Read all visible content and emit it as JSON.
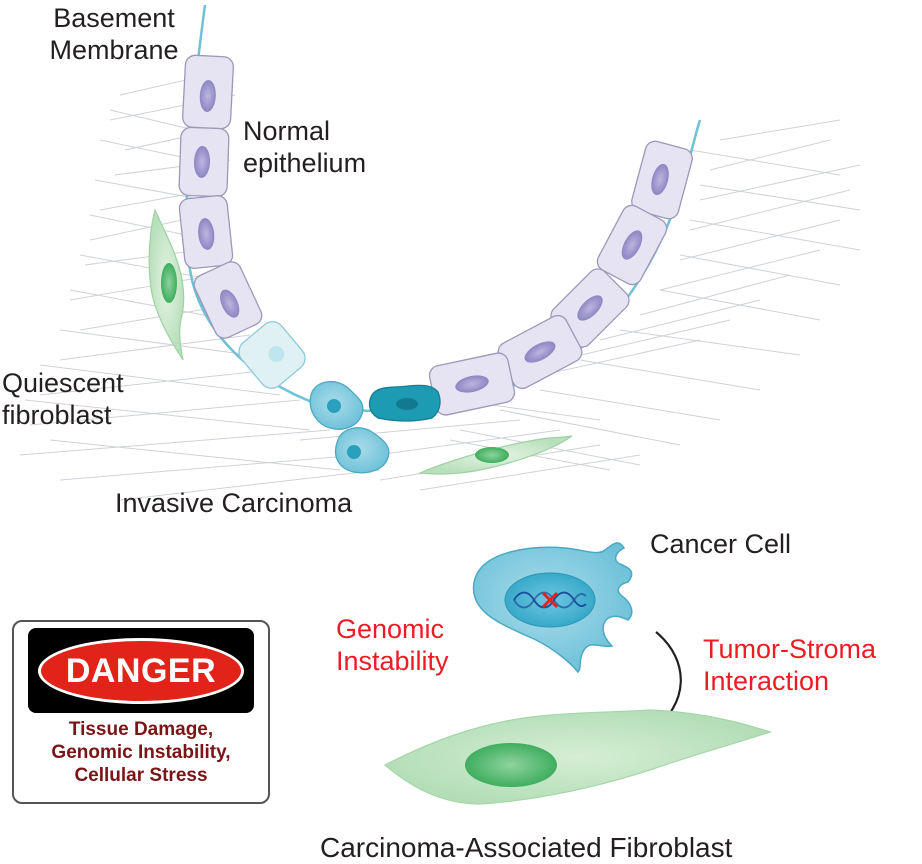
{
  "labels": {
    "basement_membrane_1": "Basement",
    "basement_membrane_2": "Membrane",
    "normal_epithelium_1": "Normal",
    "normal_epithelium_2": "epithelium",
    "quiescent_fibroblast_1": "Quiescent",
    "quiescent_fibroblast_2": "fibroblast",
    "invasive_carcinoma": "Invasive Carcinoma",
    "cancer_cell": "Cancer Cell",
    "genomic_instability_1": "Genomic",
    "genomic_instability_2": "Instability",
    "tumor_stroma_1": "Tumor-Stroma",
    "tumor_stroma_2": "Interaction",
    "caf": "Carcinoma-Associated Fibroblast"
  },
  "danger_sign": {
    "title": "DANGER",
    "lines": [
      "Tissue Damage,",
      "Genomic Instability,",
      "Cellular Stress"
    ]
  },
  "colors": {
    "text": "#231f20",
    "accent_red": "#ed1c24",
    "danger_red": "#e2231a",
    "danger_text": "#7b1416",
    "epithelial_cell": "#e6e4f2",
    "epithelial_nucleus": "#9b94c8",
    "membrane": "#6fc1d4",
    "cancer_cell": "#7fcbe0",
    "invasive_dark": "#1d9bb3",
    "fibroblast": "#c6e6c8",
    "fibroblast_nucleus": "#5bbb73",
    "stroma_fiber": "#c9ced3"
  }
}
